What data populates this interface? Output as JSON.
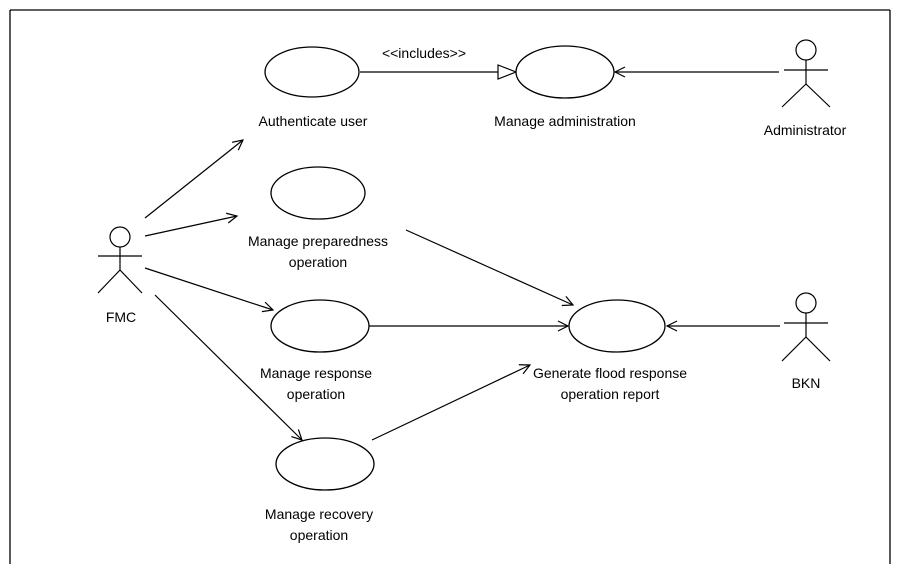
{
  "diagram": {
    "type": "use-case",
    "actors": {
      "fmc": "FMC",
      "administrator": "Administrator",
      "bkn": "BKN"
    },
    "use_cases": {
      "authenticate_user": [
        "Authenticate user"
      ],
      "manage_administration": [
        "Manage administration"
      ],
      "manage_preparedness": [
        "Manage preparedness",
        "operation"
      ],
      "manage_response": [
        "Manage response",
        "operation"
      ],
      "manage_recovery": [
        "Manage recovery",
        "operation"
      ],
      "generate_report": [
        "Generate flood response",
        "operation report"
      ]
    },
    "relationships": {
      "includes_label": "<<includes>>"
    }
  }
}
